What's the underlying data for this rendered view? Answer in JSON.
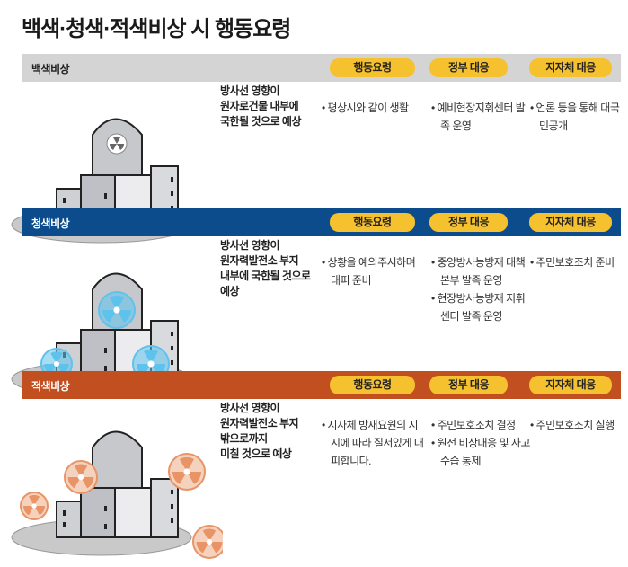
{
  "title": "백색·청색·적색비상 시 행동요령",
  "headers": {
    "action": "행동요령",
    "government": "정부 대응",
    "local": "지자체 대응"
  },
  "colors": {
    "white": "#d4d4d4",
    "blue": "#0c4c8c",
    "red": "#c24f1f",
    "pill": "#f6c12f"
  },
  "sections": [
    {
      "level": "백색비상",
      "desc": [
        "방사선 영향이",
        "원자로건물 내부에",
        "국한될 것으로 예상"
      ],
      "action": [
        "평상시와 같이 생활"
      ],
      "government": [
        "예비현장지휘센터 발족 운영"
      ],
      "local": [
        "언론 등을 통해 대국민공개"
      ]
    },
    {
      "level": "청색비상",
      "desc": [
        "방사선 영향이",
        "원자력발전소 부지",
        "내부에 국한될 것으로",
        "예상"
      ],
      "action": [
        "상황을 예의주시하며 대피 준비"
      ],
      "government": [
        "중앙방사능방재 대책본부 발족 운영",
        "현장방사능방재 지휘센터 발족 운영"
      ],
      "local": [
        "주민보호조치 준비"
      ]
    },
    {
      "level": "적색비상",
      "desc": [
        "방사선 영향이",
        "원자력발전소 부지",
        "밖으로까지",
        "미칠 것으로 예상"
      ],
      "action": [
        "지자체 방재요원의 지시에 따라 질서있게 대피합니다."
      ],
      "government": [
        "주민보호조치 결정",
        "원전 비상대응 및 사고 수습 통제"
      ],
      "local": [
        "주민보호조치 실행"
      ]
    }
  ]
}
